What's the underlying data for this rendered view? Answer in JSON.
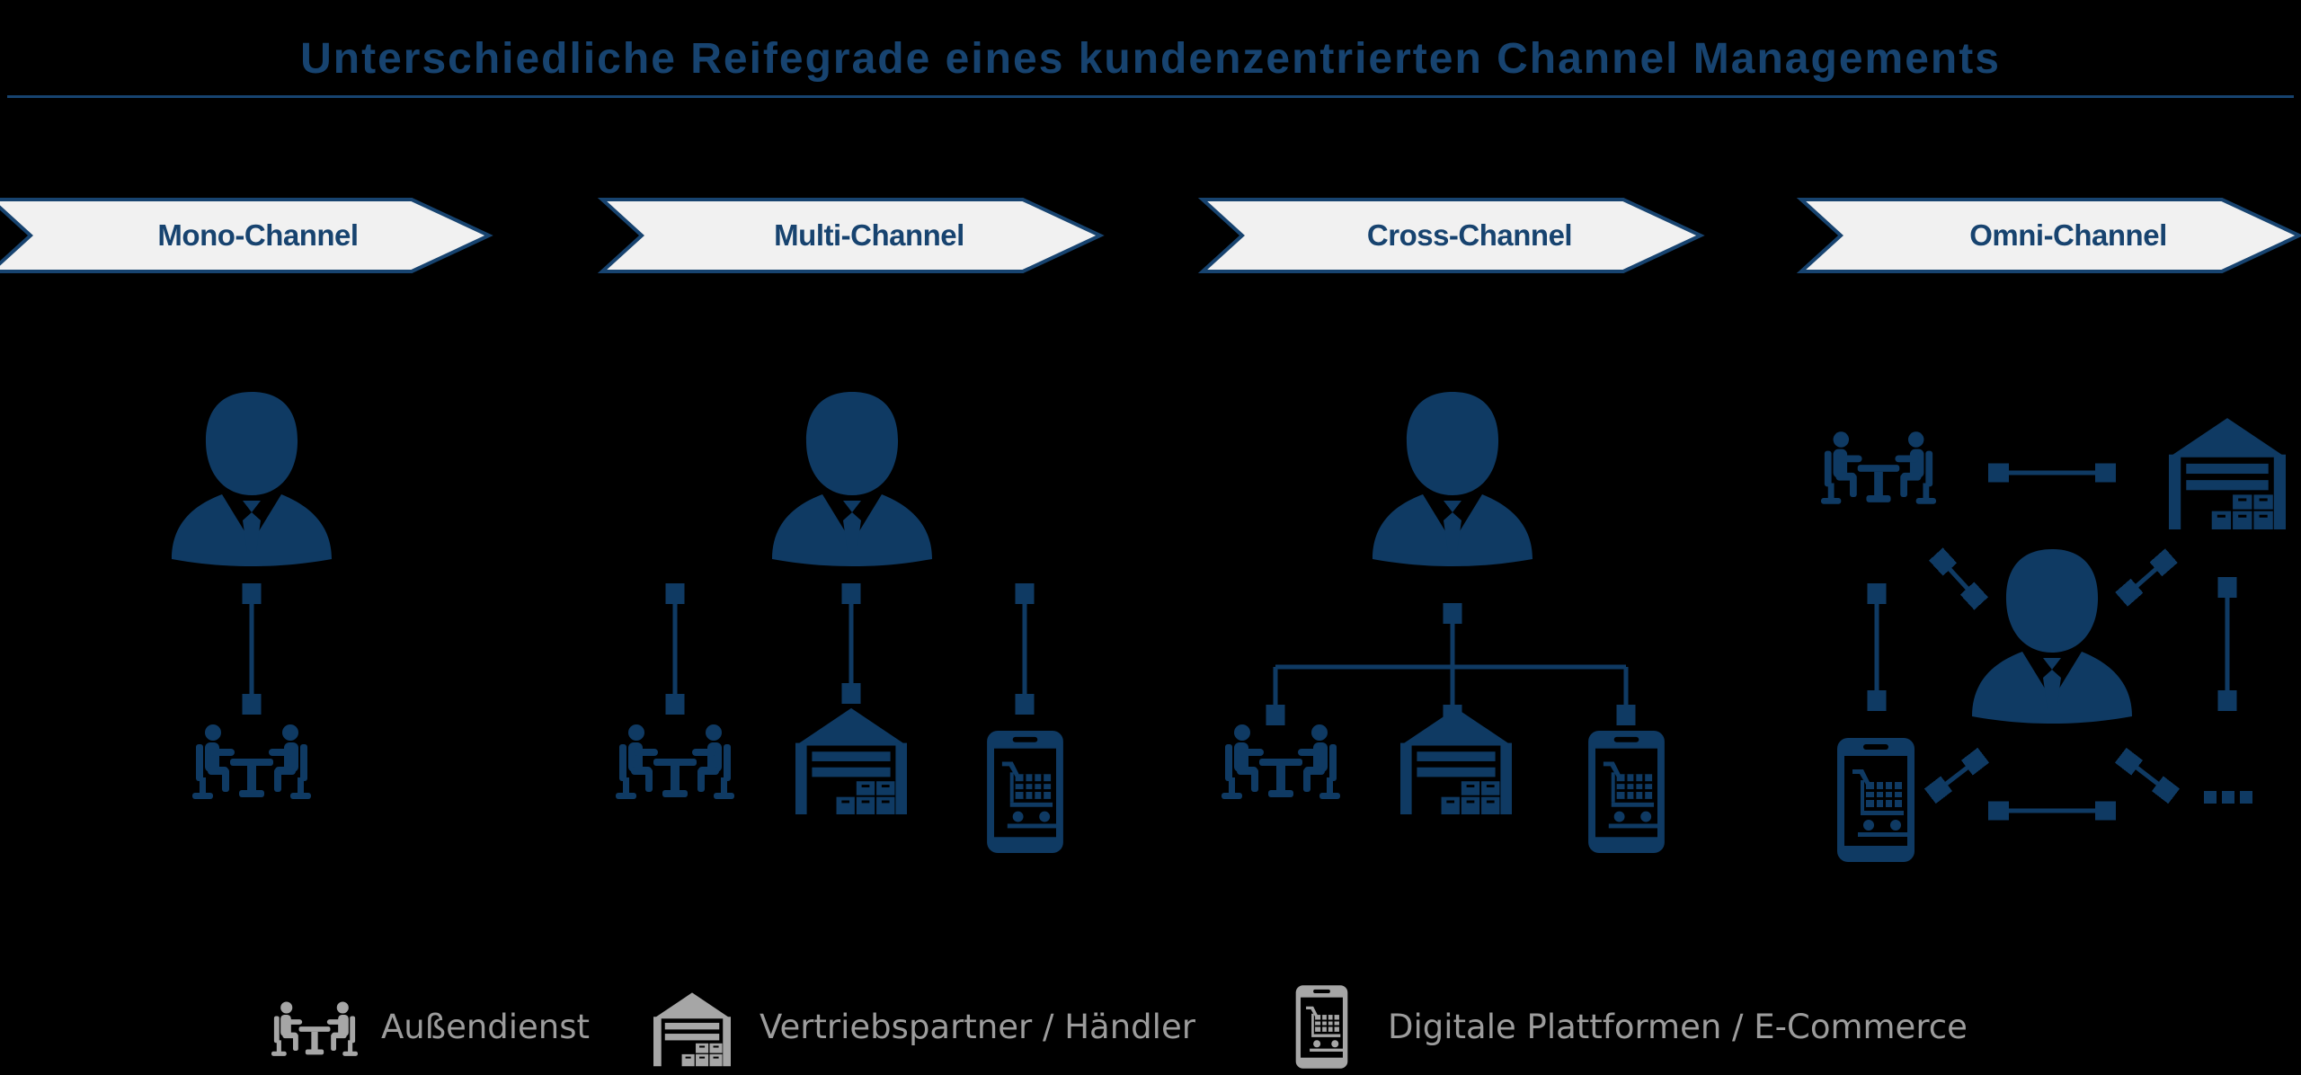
{
  "title": "Unterschiedliche Reifegrade eines kundenzentrierten Channel Managements",
  "stages": [
    {
      "label": "Mono-Channel",
      "channels": [
        "meeting"
      ]
    },
    {
      "label": "Multi-Channel",
      "channels": [
        "meeting",
        "warehouse",
        "smartphone"
      ]
    },
    {
      "label": "Cross-Channel",
      "channels": [
        "meeting",
        "warehouse",
        "smartphone"
      ]
    },
    {
      "label": "Omni-Channel",
      "channels": [
        "meeting",
        "warehouse",
        "smartphone",
        "more"
      ]
    }
  ],
  "omni": {
    "more_indicator": "..."
  },
  "legend": [
    {
      "icon": "meeting-icon",
      "label": "Außendienst"
    },
    {
      "icon": "warehouse-icon",
      "label": "Vertriebspartner / Händler"
    },
    {
      "icon": "smartphone-icon",
      "label": "Digitale Plattformen / E-Commerce"
    }
  ],
  "icons": {
    "person": "customer-icon",
    "meeting": "meeting-icon",
    "warehouse": "warehouse-icon",
    "smartphone": "smartphone-icon",
    "more": "more-channels-dots"
  },
  "colors": {
    "background": "#000000",
    "navy": "#0F3A63",
    "navy_text": "#17436F",
    "banner_fill": "#F1F1F1",
    "legend_gray": "#A6A6A6",
    "legend_text": "#9C9C9C"
  }
}
